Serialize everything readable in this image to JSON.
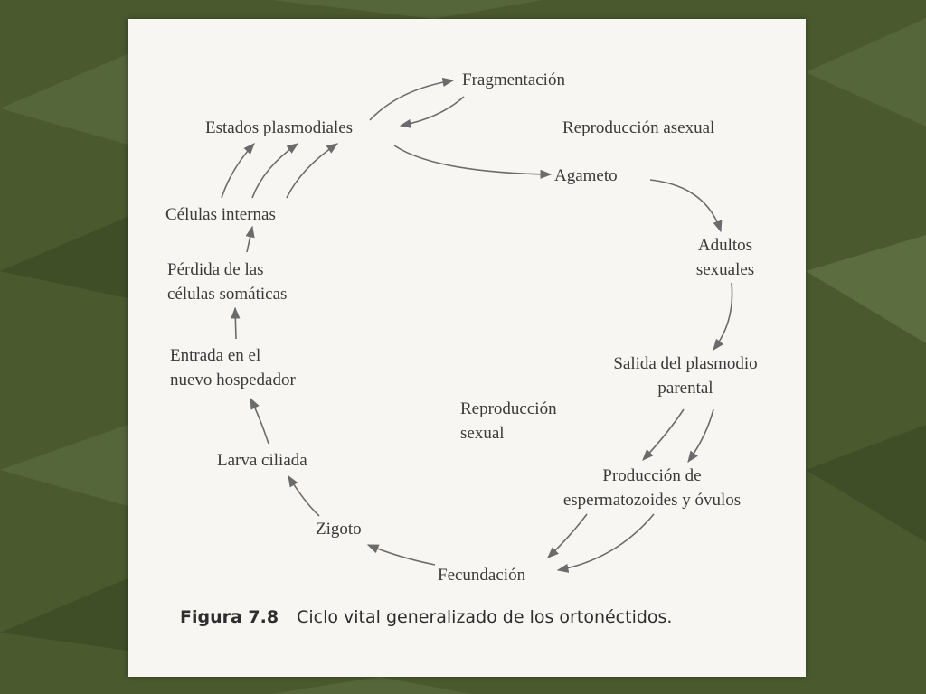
{
  "colors": {
    "background": "#4a5a2e",
    "card": "#f7f6f3",
    "arrow": "#6b6b6b",
    "text": "#3a3a3a"
  },
  "nodes": {
    "fragmentacion": "Fragmentación",
    "estados_plasmodiales": "Estados plasmodiales",
    "reproduccion_asexual": "Reproducción asexual",
    "agameto": "Agameto",
    "celulas_internas": "Células internas",
    "adultos_sexuales_1": "Adultos",
    "adultos_sexuales_2": "sexuales",
    "perdida_1": "Pérdida de las",
    "perdida_2": "células somáticas",
    "entrada_1": "Entrada en el",
    "entrada_2": "nuevo hospedador",
    "salida_1": "Salida del plasmodio",
    "salida_2": "parental",
    "reproduccion_sexual_1": "Reproducción",
    "reproduccion_sexual_2": "sexual",
    "larva_ciliada": "Larva ciliada",
    "produccion_1": "Producción de",
    "produccion_2": "espermatozoides y óvulos",
    "zigoto": "Zigoto",
    "fecundacion": "Fecundación"
  },
  "caption": {
    "label": "Figura 7.8",
    "text": "Ciclo vital generalizado de los ortonéctidos."
  }
}
